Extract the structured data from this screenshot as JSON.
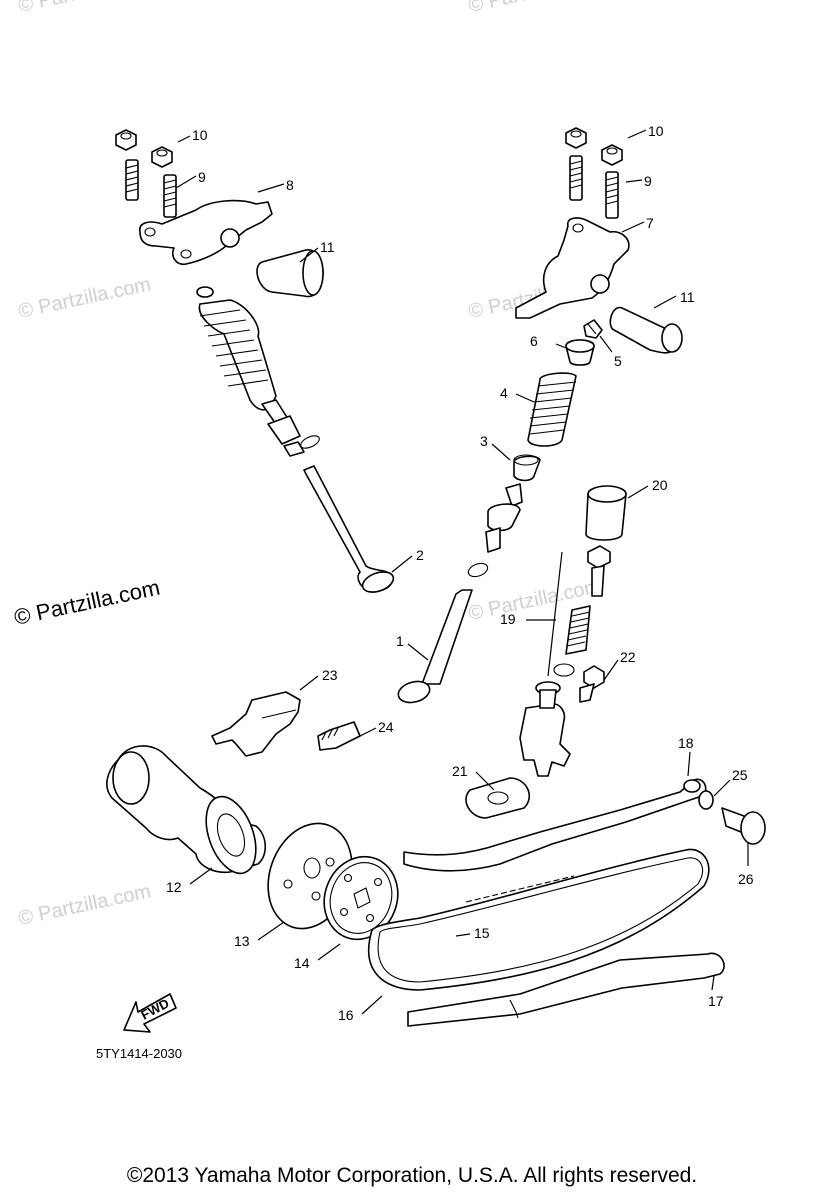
{
  "watermarks": {
    "faint": "© Partzilla.com",
    "primary": "© Partzilla.com"
  },
  "callouts": {
    "c1": "1",
    "c2": "2",
    "c3": "3",
    "c4": "4",
    "c5": "5",
    "c6": "6",
    "c7": "7",
    "c8": "8",
    "c9a": "9",
    "c9b": "9",
    "c10a": "10",
    "c10b": "10",
    "c11a": "11",
    "c11b": "11",
    "c12": "12",
    "c13": "13",
    "c14": "14",
    "c15": "15",
    "c16": "16",
    "c17": "17",
    "c18": "18",
    "c19": "19",
    "c20": "20",
    "c21": "21",
    "c22": "22",
    "c23": "23",
    "c24": "24",
    "c25": "25",
    "c26": "26"
  },
  "fwd_label": "FWD",
  "diagram_code": "5TY1414-2030",
  "copyright": "©2013 Yamaha Motor Corporation, U.S.A. All rights reserved."
}
